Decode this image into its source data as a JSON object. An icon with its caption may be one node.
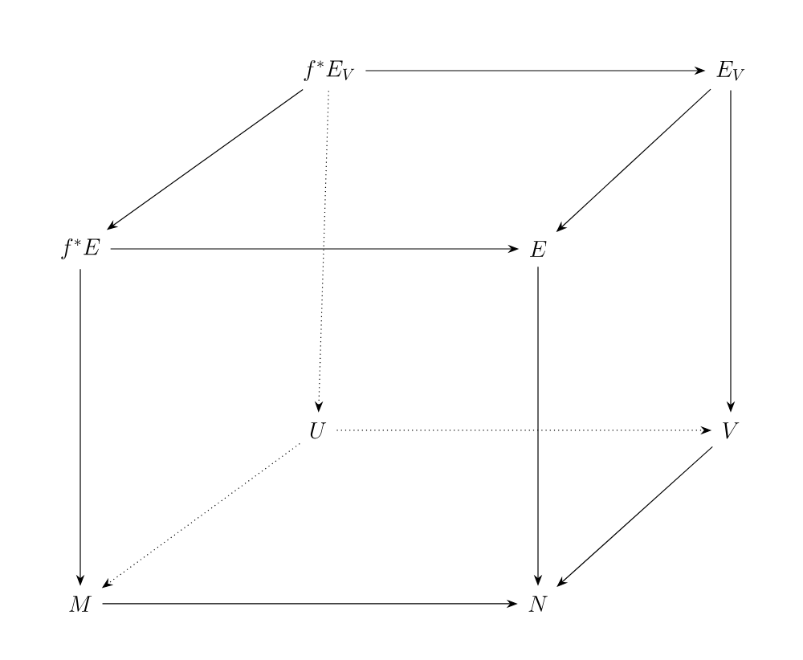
{
  "diagram": {
    "nodes": [
      {
        "text": [
          "f^*E_V"
        ]
      },
      {
        "text": [
          "E_V"
        ]
      },
      {
        "text": [
          "f^*E"
        ]
      },
      {
        "text": [
          "E"
        ]
      },
      {
        "text": [
          "U"
        ]
      },
      {
        "text": [
          "V"
        ]
      },
      {
        "text": [
          "M"
        ]
      },
      {
        "text": [
          "N"
        ]
      }
    ],
    "edges": [
      {
        "from": 0,
        "to": 1,
        "arrow": "to"
      },
      {
        "from": 0,
        "to": 2,
        "arrow": "to"
      },
      {
        "from": 1,
        "to": 3,
        "arrow": "to"
      },
      {
        "from": 1,
        "to": 5,
        "arrow": "to"
      },
      {
        "from": 2,
        "to": 3,
        "arrow": "to"
      },
      {
        "from": 0,
        "to": 4,
        "arrow": "to",
        "style": "dashed"
      },
      {
        "from": 2,
        "to": 6,
        "arrow": "to"
      },
      {
        "from": 3,
        "to": 7,
        "arrow": "to"
      },
      {
        "from": 4,
        "to": 5,
        "arrow": "to",
        "style": "dashed"
      },
      {
        "from": 4,
        "to": 6,
        "arrow": "to",
        "style": "dashed"
      },
      {
        "from": 5,
        "to": 7,
        "arrow": "to"
      },
      {
        "from": 6,
        "to": 7,
        "arrow": "to"
      }
    ]
  }
}
